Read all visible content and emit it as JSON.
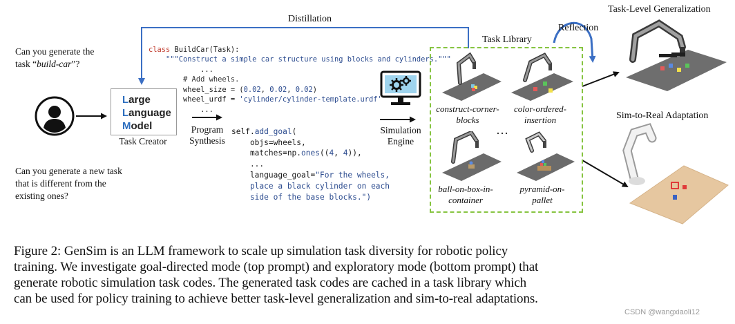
{
  "top_prompt": {
    "line1": "Can you generate the",
    "line2_prefix": "task “",
    "line2_em": "build-car",
    "line2_suffix": "”?"
  },
  "bottom_prompt": {
    "line1": "Can you generate a new task",
    "line2": "that is different from the",
    "line3": "existing ones?"
  },
  "distillation_label": "Distillation",
  "llm": {
    "l1_cap": "L",
    "l1_rest": "arge",
    "l2_cap": "L",
    "l2_rest": "anguage",
    "l3_cap": "M",
    "l3_rest": "odel",
    "caption": "Task Creator"
  },
  "program_synthesis": {
    "line1": "Program",
    "line2": "Synthesis"
  },
  "code": {
    "l1_kw": "class",
    "l1_name": " BuildCar",
    "l1_rest": "(Task):",
    "l2": "    \"\"\"Construct a simple car structure using blocks and cylinders.\"\"\"",
    "l3": "            ...",
    "l4": "        # Add wheels.",
    "l5_a": "        wheel_size = (",
    "l5_b": "0.02",
    "l5_c": ", ",
    "l5_d": "0.02",
    "l5_e": ", ",
    "l5_f": "0.02",
    "l5_g": ")",
    "l6_a": "        wheel_urdf = ",
    "l6_b": "'cylinder/cylinder-template.urdf'",
    "l7": "            ...",
    "l8_a": "self.",
    "l8_b": "add_goal",
    "l8_c": "(",
    "l9": "    objs=wheels,",
    "l10_a": "    matches=np.",
    "l10_b": "ones",
    "l10_c": "((",
    "l10_d": "4",
    "l10_e": ", ",
    "l10_f": "4",
    "l10_g": ")),",
    "l11": "    ...",
    "l12_a": "    language_goal=",
    "l12_b": "\"For the wheels,",
    "l13": "    place a black cylinder on each",
    "l14": "    side of the base blocks.\")"
  },
  "simulation_engine": {
    "line1": "Simulation",
    "line2": "Engine"
  },
  "task_library": {
    "title": "Task Library",
    "reflection": "Reflection",
    "ellipsis": "…",
    "tasks": [
      {
        "line1": "construct-corner-",
        "line2": "blocks"
      },
      {
        "line1": "color-ordered-",
        "line2": "insertion"
      },
      {
        "line1": "ball-on-box-in-",
        "line2": "container"
      },
      {
        "line1": "pyramid-on-",
        "line2": "pallet"
      }
    ]
  },
  "task_level_generalization": "Task-Level Generalization",
  "sim_to_real": "Sim-to-Real Adaptation",
  "caption": {
    "line1": "Figure 2: GenSim is an LLM framework to scale up simulation task diversity for robotic policy",
    "line2": "training. We investigate goal-directed mode (top prompt) and exploratory mode (bottom prompt) that",
    "line3": "generate robotic simulation task codes. The generated task codes are cached in a task library which",
    "line4": "can be used for policy training to achieve better task-level generalization and sim-to-real adaptations."
  },
  "watermark": "CSDN @wangxiaoli12",
  "colors": {
    "arrow_blue": "#3b6fc4",
    "dashed_green": "#86c440",
    "llm_caps": "#2e6fbf"
  }
}
